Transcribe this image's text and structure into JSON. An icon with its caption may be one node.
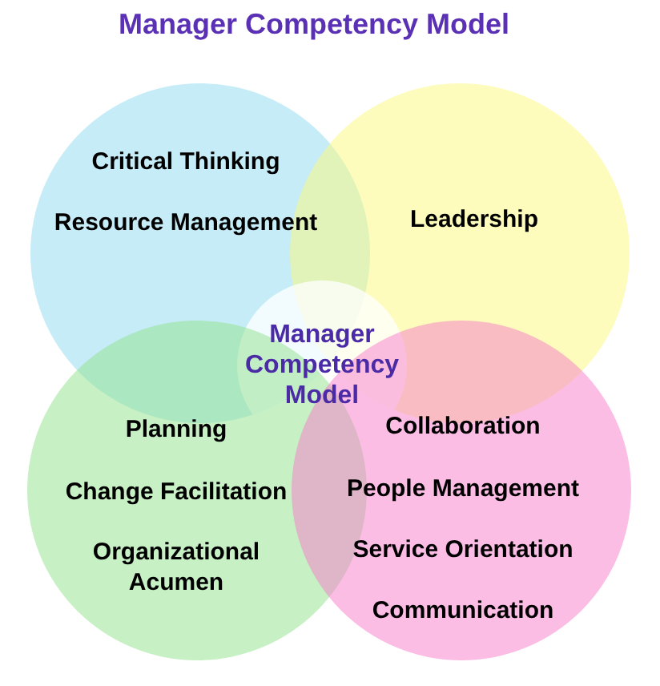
{
  "diagram": {
    "title": "Manager Competency Model",
    "nodes": [
      {
        "text": [
          "Critical Thinking",
          "Resource Management"
        ]
      },
      {
        "text": [
          "Leadership"
        ]
      },
      {
        "text": [
          "Manager Competency Model"
        ]
      },
      {
        "text": [
          "Planning",
          "Change Facilitation",
          "Organizational Acumen"
        ]
      },
      {
        "text": [
          "Collaboration",
          "People Management",
          "Service Orientation",
          "Communication"
        ]
      }
    ]
  }
}
